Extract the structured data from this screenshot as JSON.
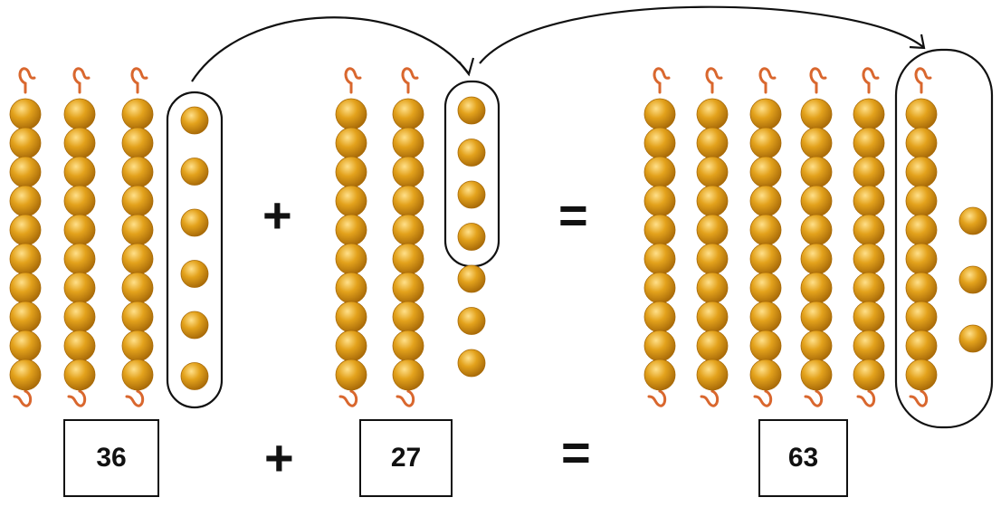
{
  "equation": {
    "addend_1": "36",
    "addend_2": "27",
    "sum": "63",
    "plus_sign": "+",
    "equals_sign": "="
  },
  "bead_groups": [
    {
      "name": "group-36",
      "ten_bars": 3,
      "unit_beads": 6
    },
    {
      "name": "group-27",
      "ten_bars": 2,
      "unit_beads": 7
    },
    {
      "name": "group-63",
      "ten_bars": 6,
      "unit_beads": 3
    }
  ],
  "colors": {
    "bead": "#e3a21c",
    "bead_highlight": "#ffe08a",
    "bead_shadow": "#a86a08",
    "wire": "#d9672e",
    "outline": "#111111"
  }
}
